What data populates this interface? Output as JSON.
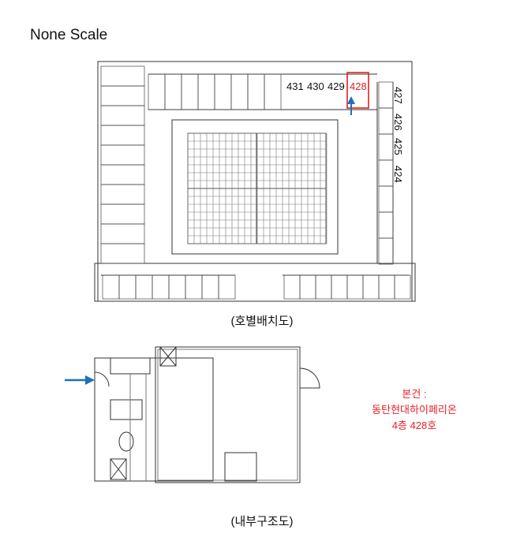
{
  "header": {
    "title": "None Scale"
  },
  "floor_plan": {
    "caption": "(호별배치도)",
    "top_units": [
      "431",
      "430",
      "429",
      "428"
    ],
    "side_units": [
      "427",
      "426",
      "425",
      "424"
    ],
    "highlighted_unit": "428",
    "highlight_color": "#e02020",
    "arrow_color": "#1f6fc0"
  },
  "interior_plan": {
    "caption": "(내부구조도)"
  },
  "note": {
    "line1": "본건 :",
    "line2": "동탄현대하이페리온",
    "line3": "4층 428호"
  }
}
